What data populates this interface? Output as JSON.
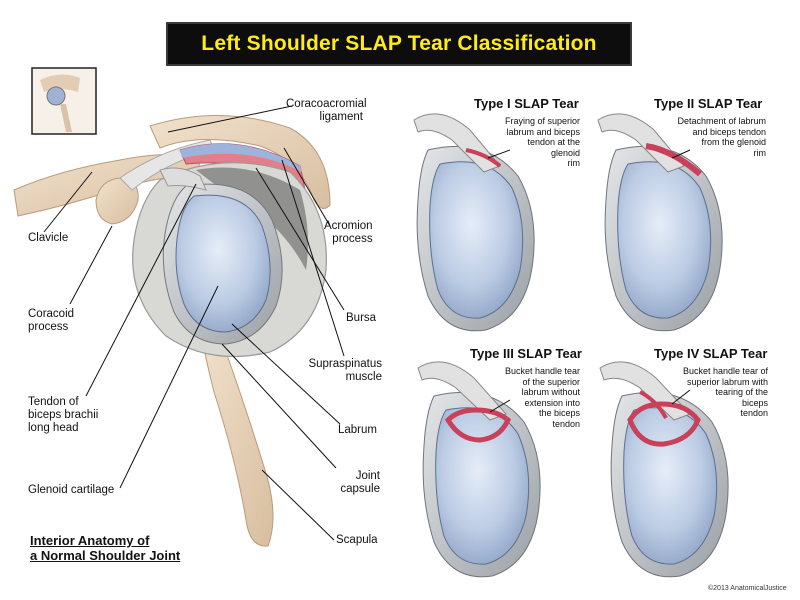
{
  "title": "Left Shoulder SLAP Tear Classification",
  "subtitle_line1": "Interior Anatomy of",
  "subtitle_line2": "a Normal Shoulder Joint",
  "labels": {
    "coracoacromial_1": "Coracoacromial",
    "coracoacromial_2": "ligament",
    "acromion_1": "Acromion",
    "acromion_2": "process",
    "clavicle": "Clavicle",
    "coracoid_1": "Coracoid",
    "coracoid_2": "process",
    "bursa": "Bursa",
    "supraspinatus_1": "Supraspinatus",
    "supraspinatus_2": "muscle",
    "biceps_1": "Tendon of",
    "biceps_2": "biceps brachii",
    "biceps_3": "long head",
    "labrum": "Labrum",
    "joint_1": "Joint",
    "joint_2": "capsule",
    "glenoid_cartilage": "Glenoid cartilage",
    "scapula": "Scapula"
  },
  "tear_types": [
    {
      "title": "Type I SLAP Tear",
      "desc": [
        "Fraying of superior",
        "labrum and biceps",
        "tendon at the",
        "glenoid",
        "rim"
      ]
    },
    {
      "title": "Type II SLAP Tear",
      "desc": [
        "Detachment of labrum",
        "and biceps tendon",
        "from the glenoid",
        "rim"
      ]
    },
    {
      "title": "Type III SLAP Tear",
      "desc": [
        "Bucket handle tear",
        "of the superior",
        "labrum without",
        "extension into",
        "the biceps",
        "tendon"
      ]
    },
    {
      "title": "Type IV SLAP Tear",
      "desc": [
        "Bucket handle tear of",
        "superior labrum with",
        "tearing of the",
        "biceps",
        "tendon"
      ]
    }
  ],
  "copyright": "©2013 AnatomicalJustice",
  "colors": {
    "title_bg": "#0d0d0d",
    "title_text": "#ffeb1a",
    "cartilage": "#b9c9e2",
    "labrum_rim": "#bfc4c8",
    "tear_red": "#c8405a",
    "bone": "#e8d4be",
    "bursa_red": "#e37f88",
    "bursa_blue": "#9db3dc"
  }
}
